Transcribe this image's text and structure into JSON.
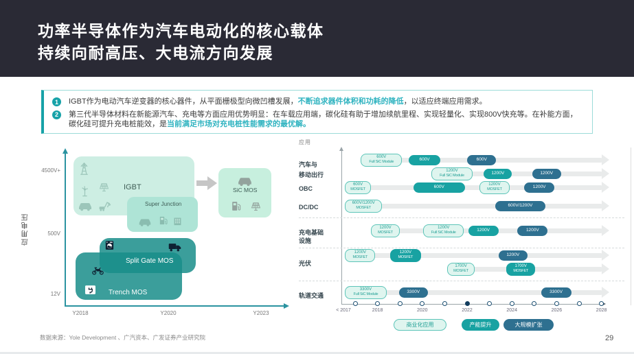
{
  "header": {
    "title_line1": "功率半导体作为汽车电动化的核心载体",
    "title_line2": "持续向耐高压、大电流方向发展"
  },
  "bullets": [
    {
      "num": "1",
      "pre": "IGBT作为电动汽车逆变器的核心器件，从平面栅极型向微凹槽发展，",
      "highlight": "不断追求器件体积和功耗的降低",
      "post": "，以适应终端应用需求。"
    },
    {
      "num": "2",
      "pre": "第三代半导体材料在新能源汽车、充电等方面应用优势明显：在车载应用端，碳化硅有助于增加续航里程、实现轻量化、实现800V快充等。在补能方面，碳化硅可提升充电桩能效，是",
      "highlight": "当前满足市场对充电桩性能需求的最优解。",
      "post": ""
    }
  ],
  "chart_data": [
    {
      "type": "block-diagram",
      "title": "",
      "y_axis_label": "应用电压",
      "y_ticks": [
        "4500V+",
        "500V",
        "12V"
      ],
      "x_ticks": [
        "Y2018",
        "Y2020",
        "Y2023"
      ],
      "blocks": [
        {
          "name": "IGBT",
          "icons": [
            "power-tower-icon",
            "wind-turbine-icon",
            "solar-panel-icon",
            "car-icon",
            "excavator-icon"
          ]
        },
        {
          "name": "Super Junction",
          "icons": [
            "car-icon",
            "charging-pump-icon",
            "building-icon"
          ]
        },
        {
          "name": "SiC MOS",
          "icons": [
            "car-icon",
            "charging-pump-icon",
            "solar-panel-icon"
          ]
        },
        {
          "name": "Split Gate MOS",
          "icons": [
            "washing-machine-icon",
            "truck-icon",
            "motorcycle-icon"
          ]
        },
        {
          "name": "Trench MOS",
          "icons": [
            "ev-charger-icon"
          ]
        }
      ],
      "transition_arrow": "IGBT to SiC MOS"
    },
    {
      "type": "gantt",
      "title": "应用",
      "x_axis": {
        "start": 2017,
        "end": 2028,
        "first_label": "< 2017",
        "labeled_years": [
          2018,
          2020,
          2022,
          2024,
          2026,
          2028
        ],
        "marker_year": 2022
      },
      "legend": [
        {
          "stage": "light",
          "label": "商业化应用"
        },
        {
          "stage": "teal",
          "label": "产能提升"
        },
        {
          "stage": "dark",
          "label": "大规模扩张"
        }
      ],
      "rows": [
        {
          "label_lines": [
            "汽车与",
            "移动出行"
          ],
          "lines": [
            {
              "pills": [
                {
                  "stage": "light",
                  "text": [
                    "600V",
                    "Full SiC Module"
                  ],
                  "start": 2017.25,
                  "end": 2019.1
                },
                {
                  "stage": "teal",
                  "text": [
                    "600V"
                  ],
                  "start": 2019.4,
                  "end": 2020.8
                },
                {
                  "stage": "dark",
                  "text": [
                    "600V"
                  ],
                  "start": 2022.0,
                  "end": 2023.3
                }
              ]
            },
            {
              "pills": [
                {
                  "stage": "light",
                  "text": [
                    "1200V",
                    "Full SiC Module"
                  ],
                  "start": 2020.4,
                  "end": 2022.25
                },
                {
                  "stage": "teal",
                  "text": [
                    "1200V"
                  ],
                  "start": 2022.75,
                  "end": 2024.0
                },
                {
                  "stage": "dark",
                  "text": [
                    "1200V"
                  ],
                  "start": 2024.9,
                  "end": 2026.2
                }
              ]
            }
          ]
        },
        {
          "label_lines": [
            "OBC"
          ],
          "lines": [
            {
              "pills": [
                {
                  "stage": "light",
                  "text": [
                    "600V",
                    "MOSFET"
                  ],
                  "start": 2016.55,
                  "end": 2017.7
                },
                {
                  "stage": "teal",
                  "text": [
                    "600V"
                  ],
                  "start": 2019.6,
                  "end": 2021.9
                },
                {
                  "stage": "light",
                  "text": [
                    "1200V",
                    "MOSFET"
                  ],
                  "start": 2022.55,
                  "end": 2023.9
                },
                {
                  "stage": "dark",
                  "text": [
                    "1200V"
                  ],
                  "start": 2024.55,
                  "end": 2025.9
                }
              ]
            }
          ]
        },
        {
          "label_lines": [
            "DC/DC"
          ],
          "lines": [
            {
              "pills": [
                {
                  "stage": "light",
                  "text": [
                    "600V/1200V",
                    "MOSFET"
                  ],
                  "start": 2016.55,
                  "end": 2018.2
                },
                {
                  "stage": "dark",
                  "text": [
                    "600V/1200V"
                  ],
                  "start": 2023.25,
                  "end": 2025.5
                }
              ]
            }
          ]
        },
        {
          "label_lines": [
            "充电基础",
            "设施"
          ],
          "lines": [
            {
              "pills": [
                {
                  "stage": "light",
                  "text": [
                    "1200V",
                    "MOSFET"
                  ],
                  "start": 2017.7,
                  "end": 2019.0
                },
                {
                  "stage": "light",
                  "text": [
                    "1200V",
                    "Full SiC Module"
                  ],
                  "start": 2020.05,
                  "end": 2021.85
                },
                {
                  "stage": "teal",
                  "text": [
                    "1200V"
                  ],
                  "start": 2022.05,
                  "end": 2023.4
                },
                {
                  "stage": "dark",
                  "text": [
                    "1200V"
                  ],
                  "start": 2024.25,
                  "end": 2025.6
                }
              ]
            }
          ]
        },
        {
          "label_lines": [
            "光伏"
          ],
          "lines": [
            {
              "pills": [
                {
                  "stage": "light",
                  "text": [
                    "1200V",
                    "MOSFET"
                  ],
                  "start": 2016.55,
                  "end": 2017.9
                },
                {
                  "stage": "teal",
                  "text": [
                    "1200V",
                    "MOSFET"
                  ],
                  "start": 2018.55,
                  "end": 2019.95
                },
                {
                  "stage": "dark",
                  "text": [
                    "1200V"
                  ],
                  "start": 2023.4,
                  "end": 2024.7
                }
              ]
            },
            {
              "pills": [
                {
                  "stage": "light",
                  "text": [
                    "1700V",
                    "MOSFET"
                  ],
                  "start": 2021.1,
                  "end": 2022.35
                },
                {
                  "stage": "teal",
                  "text": [
                    "1700V",
                    "MOSFET"
                  ],
                  "start": 2023.75,
                  "end": 2025.05
                }
              ]
            }
          ]
        },
        {
          "label_lines": [
            "轨道交通"
          ],
          "lines": [
            {
              "pills": [
                {
                  "stage": "light",
                  "text": [
                    "3300V",
                    "Full SiC Module"
                  ],
                  "start": 2016.55,
                  "end": 2018.4
                },
                {
                  "stage": "dark",
                  "text": [
                    "3300V"
                  ],
                  "start": 2018.95,
                  "end": 2020.25
                },
                {
                  "stage": "dark",
                  "text": [
                    "3300V"
                  ],
                  "start": 2025.3,
                  "end": 2026.65
                }
              ]
            }
          ]
        }
      ]
    }
  ],
  "footer": {
    "source": "数据来源：Yole Development 、广汽资本、广发证券产业研究院",
    "page_number": "29"
  }
}
